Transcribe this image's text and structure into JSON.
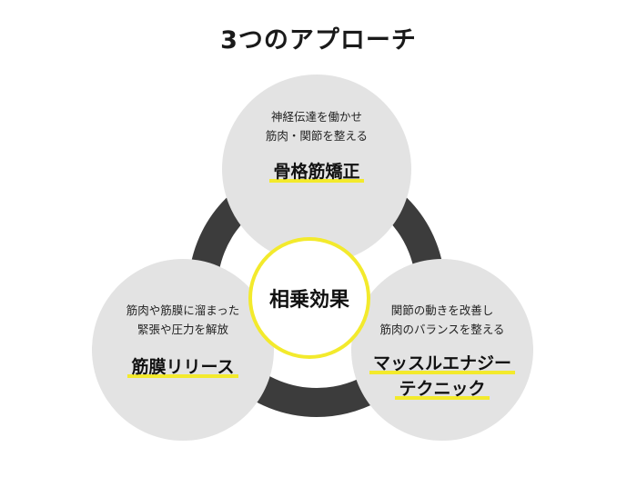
{
  "title": "3つのアプローチ",
  "center": "相乗効果",
  "circles": [
    {
      "desc_lines": [
        "神経伝達を働かせ",
        "筋肉・関節を整える"
      ],
      "name_lines": [
        "骨格筋矯正"
      ]
    },
    {
      "desc_lines": [
        "筋肉や筋膜に溜まった",
        "緊張や圧力を解放"
      ],
      "name_lines": [
        "筋膜リリース"
      ]
    },
    {
      "desc_lines": [
        "関節の動きを改善し",
        "筋肉のバランスを整える"
      ],
      "name_lines": [
        "マッスルエナジー",
        "テクニック"
      ]
    }
  ],
  "colors": {
    "circle_fill": "#e3e3e3",
    "ring": "#3c3c3c",
    "accent": "#f3ea2c",
    "center_fill": "#ffffff"
  }
}
